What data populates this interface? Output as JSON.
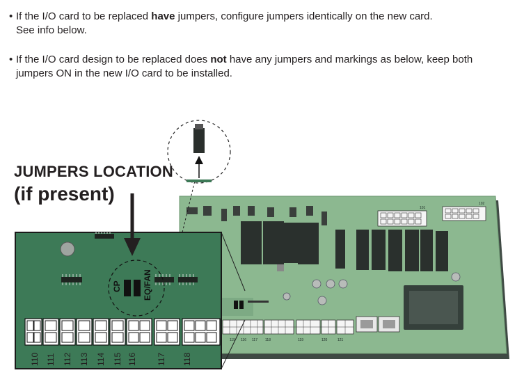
{
  "instructions": [
    {
      "prefix": "If the I/O card to be replaced ",
      "emphasis": "have",
      "suffix": " jumpers, configure jumpers identically on the new card.",
      "continuation": "See info below."
    },
    {
      "prefix": "If the I/O card design to be replaced does ",
      "emphasis": "not",
      "suffix": " have any jumpers and markings as below, keep both",
      "continuation": "jumpers ON in the new I/O card to be installed."
    }
  ],
  "heading": {
    "line1": "JUMPERS LOCATION",
    "line2": "(if present)"
  },
  "jumpers": {
    "left_label": "CP",
    "right_label": "EQ/FAN"
  },
  "connectors": [
    "110",
    "111",
    "112",
    "113",
    "114",
    "115",
    "116",
    "117",
    "118"
  ],
  "board_connectors": [
    "115",
    "116",
    "117",
    "118",
    "119",
    "120",
    "121"
  ],
  "header_labels": [
    "101",
    "102"
  ],
  "colors": {
    "board_dark": "#3d7a57",
    "board_light": "#8ab88f",
    "relay": "#1e2a25",
    "outline": "#1a1a1a"
  }
}
